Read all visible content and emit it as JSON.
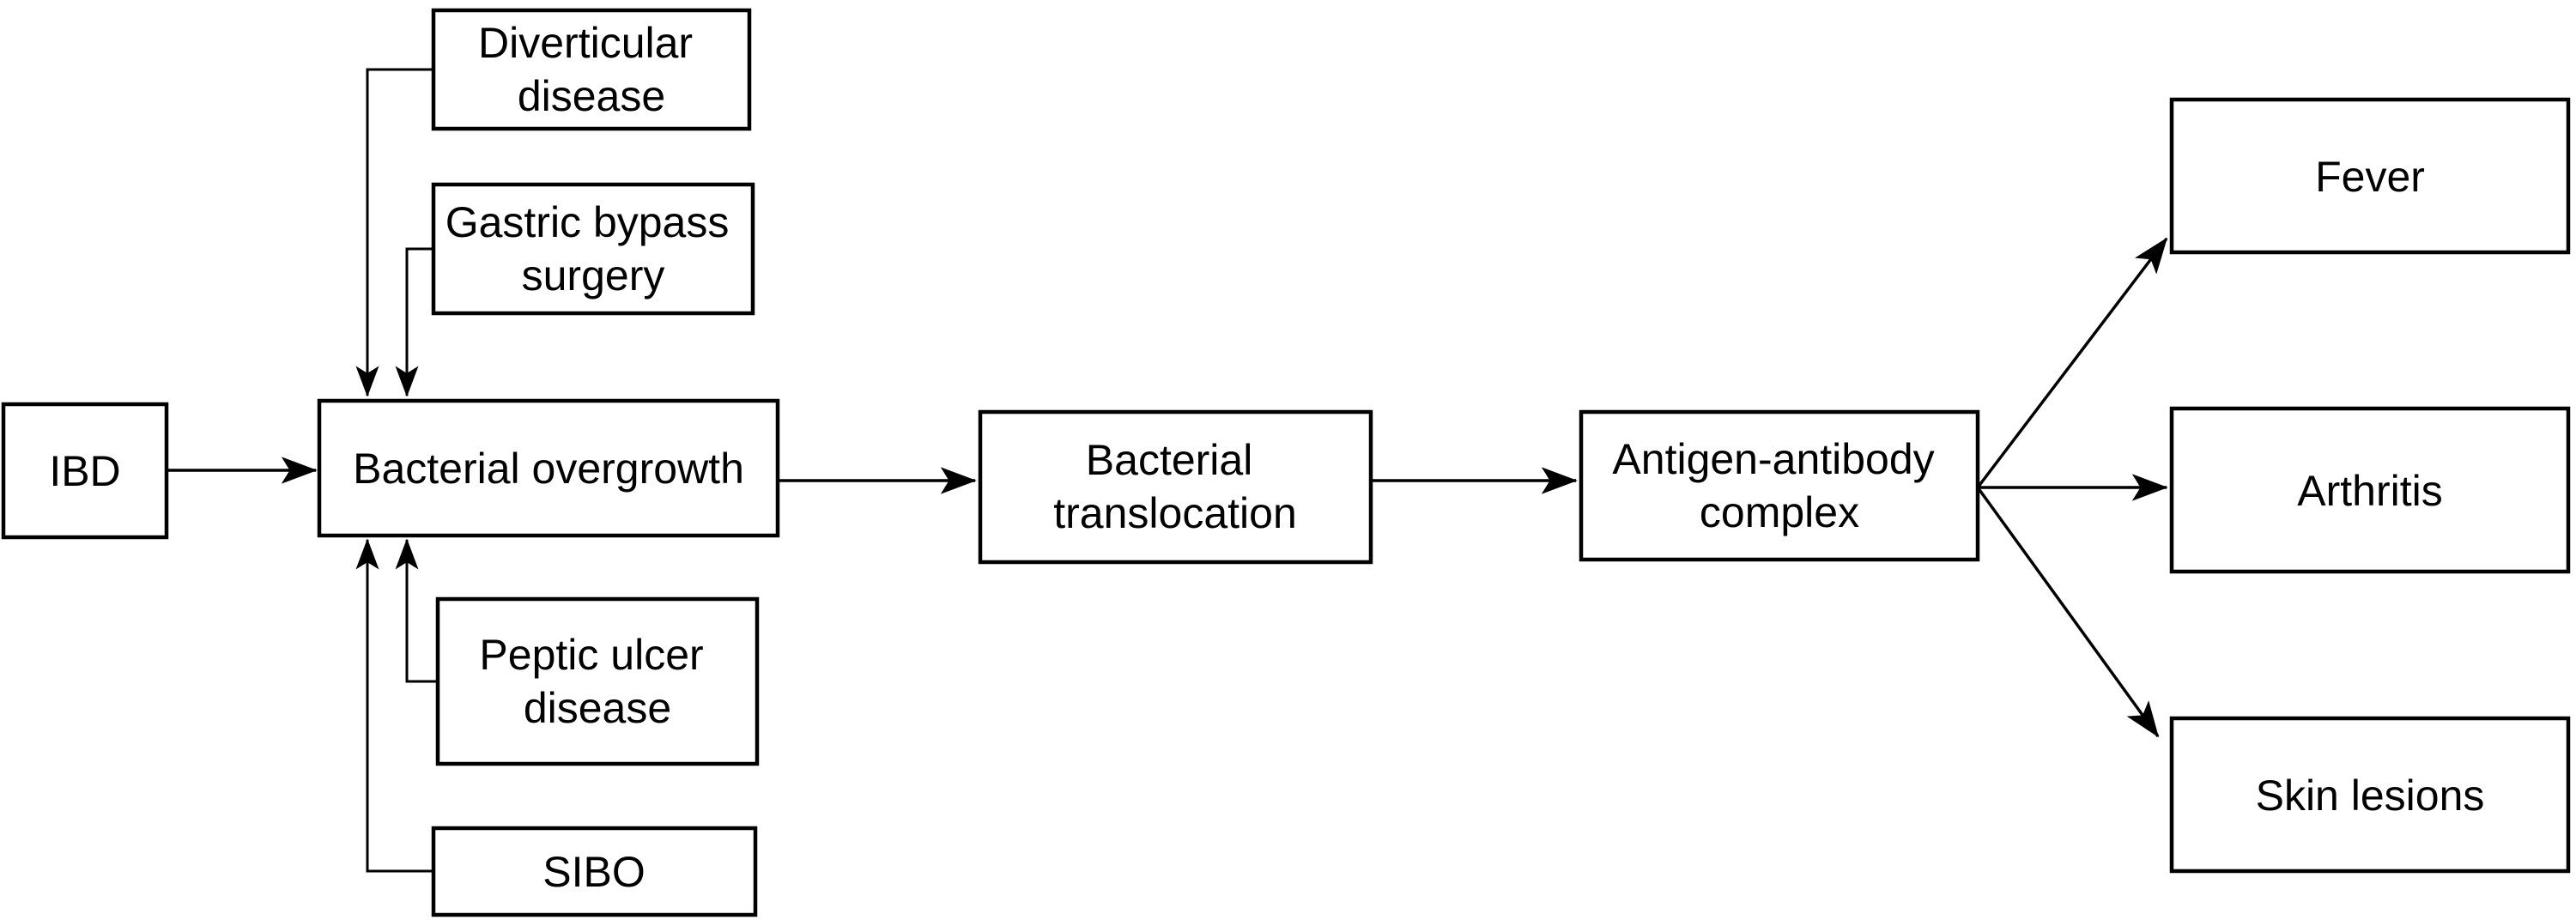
{
  "diagram": {
    "type": "flowchart",
    "colors": {
      "box_border": "#000000",
      "box_fill": "#ffffff",
      "text": "#000000",
      "arrow": "#000000",
      "background": "#ffffff"
    },
    "nodes": {
      "ibd": {
        "label": [
          "IBD"
        ]
      },
      "bacterial_overgrowth": {
        "label": [
          "Bacterial overgrowth"
        ]
      },
      "diverticular_disease": {
        "label": [
          "Diverticular",
          "disease"
        ]
      },
      "gastric_bypass": {
        "label": [
          "Gastric bypass",
          "surgery"
        ]
      },
      "peptic_ulcer": {
        "label": [
          "Peptic ulcer",
          "disease"
        ]
      },
      "sibo": {
        "label": [
          "SIBO"
        ]
      },
      "bacterial_translocation": {
        "label": [
          "Bacterial",
          "translocation"
        ]
      },
      "antigen_antibody": {
        "label": [
          "Antigen-antibody",
          "complex"
        ]
      },
      "fever": {
        "label": [
          "Fever"
        ]
      },
      "arthritis": {
        "label": [
          "Arthritis"
        ]
      },
      "skin_lesions": {
        "label": [
          "Skin lesions"
        ]
      }
    },
    "edges": [
      {
        "from": "ibd",
        "to": "bacterial_overgrowth"
      },
      {
        "from": "diverticular_disease",
        "to": "bacterial_overgrowth"
      },
      {
        "from": "gastric_bypass",
        "to": "bacterial_overgrowth"
      },
      {
        "from": "peptic_ulcer",
        "to": "bacterial_overgrowth"
      },
      {
        "from": "sibo",
        "to": "bacterial_overgrowth"
      },
      {
        "from": "bacterial_overgrowth",
        "to": "bacterial_translocation"
      },
      {
        "from": "bacterial_translocation",
        "to": "antigen_antibody"
      },
      {
        "from": "antigen_antibody",
        "to": "fever"
      },
      {
        "from": "antigen_antibody",
        "to": "arthritis"
      },
      {
        "from": "antigen_antibody",
        "to": "skin_lesions"
      }
    ]
  }
}
